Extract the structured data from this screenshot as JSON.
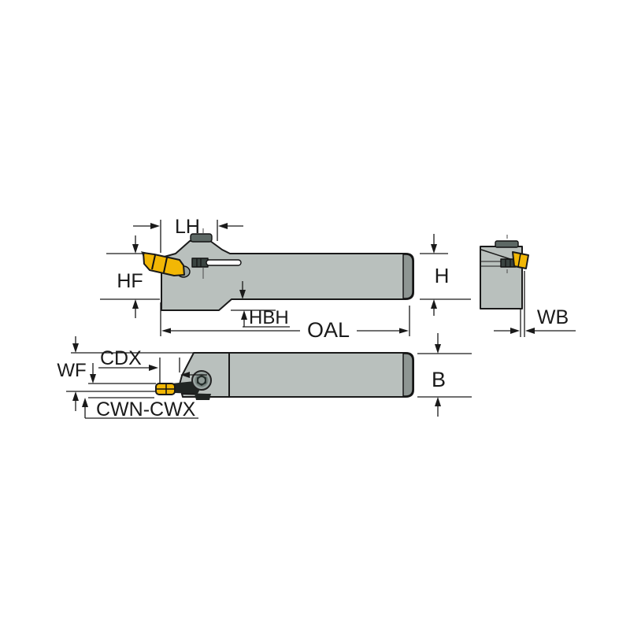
{
  "diagram": {
    "type": "technical-dimension-drawing",
    "subject": "grooving-tool-holder",
    "labels": {
      "lh": "LH",
      "hf": "HF",
      "hbh": "HBH",
      "oal": "OAL",
      "h": "H",
      "wb": "WB",
      "wf": "WF",
      "cdx": "CDX",
      "cwn_cwx": "CWN-CWX",
      "b": "B"
    },
    "colors": {
      "background": "#ffffff",
      "body": "#b9c0bd",
      "body_edge": "#8e9693",
      "insert": "#f2b705",
      "cap": "#5d6865",
      "dark_part": "#3a4441",
      "pocket": "#202523",
      "screw_ring": "#9aa5a2",
      "screw_mid": "#76827e",
      "screw_hex": "#252e2b",
      "screw_hole": "#8f9a96",
      "outline": "#1a1a1a"
    }
  }
}
